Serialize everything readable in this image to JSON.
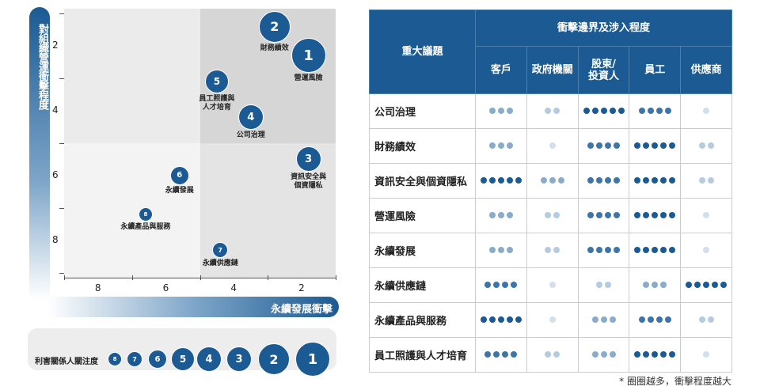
{
  "chart_data": {
    "type": "scatter",
    "title": "",
    "xlabel": "永續發展衝擊",
    "ylabel": "對組織營運衝擊程度",
    "xlim": [
      9,
      1
    ],
    "ylim": [
      0.85,
      9.15
    ],
    "x_ticks": [
      "8",
      "6",
      "4",
      "2"
    ],
    "y_ticks": [
      "2",
      "4",
      "6",
      "8"
    ],
    "quadrant_divider": {
      "x": 5,
      "y": 5
    },
    "points": [
      {
        "id": "1",
        "label": "營運風險",
        "x": 1.8,
        "y": 2.3,
        "rank": 1
      },
      {
        "id": "2",
        "label": "財務績效",
        "x": 2.8,
        "y": 1.4,
        "rank": 2
      },
      {
        "id": "3",
        "label": "資訊安全與\n個資隱私",
        "x": 1.8,
        "y": 5.5,
        "rank": 3
      },
      {
        "id": "4",
        "label": "公司治理",
        "x": 3.5,
        "y": 4.2,
        "rank": 4
      },
      {
        "id": "5",
        "label": "員工照護與\n人才培育",
        "x": 4.5,
        "y": 3.1,
        "rank": 5
      },
      {
        "id": "6",
        "label": "永續發展",
        "x": 5.6,
        "y": 6.0,
        "rank": 6
      },
      {
        "id": "7",
        "label": "永續供應鏈",
        "x": 4.4,
        "y": 8.3,
        "rank": 7
      },
      {
        "id": "8",
        "label": "永續產品與服務",
        "x": 6.6,
        "y": 7.2,
        "rank": 8
      }
    ],
    "size_legend": {
      "title": "利害關係人關注度",
      "items": [
        "8",
        "7",
        "6",
        "5",
        "4",
        "3",
        "2",
        "1"
      ]
    }
  },
  "table": {
    "col_topic": "重大議題",
    "group_header": "衝擊邊界及涉入程度",
    "columns": [
      "客戶",
      "政府機關",
      "股東/\n投資人",
      "員工",
      "供應商"
    ],
    "rows": [
      {
        "topic": "公司治理",
        "levels": [
          3,
          2,
          5,
          4,
          1
        ]
      },
      {
        "topic": "財務績效",
        "levels": [
          3,
          1,
          4,
          5,
          2
        ]
      },
      {
        "topic": "資訊安全與個資隱私",
        "levels": [
          5,
          3,
          4,
          5,
          2
        ]
      },
      {
        "topic": "營運風險",
        "levels": [
          3,
          2,
          4,
          5,
          1
        ]
      },
      {
        "topic": "永續發展",
        "levels": [
          3,
          2,
          4,
          5,
          1
        ]
      },
      {
        "topic": "永續供應鏈",
        "levels": [
          4,
          1,
          2,
          3,
          5
        ]
      },
      {
        "topic": "永續產品與服務",
        "levels": [
          5,
          1,
          3,
          4,
          2
        ]
      },
      {
        "topic": "員工照護與人才培育",
        "levels": [
          4,
          2,
          3,
          5,
          1
        ]
      }
    ],
    "level_colors": {
      "1": "#d3e0ec",
      "2": "#b4cbe0",
      "3": "#8aaccb",
      "4": "#3d75a8",
      "5": "#1b5a92"
    }
  },
  "note": "* 圈圈越多，衝擊程度越大"
}
